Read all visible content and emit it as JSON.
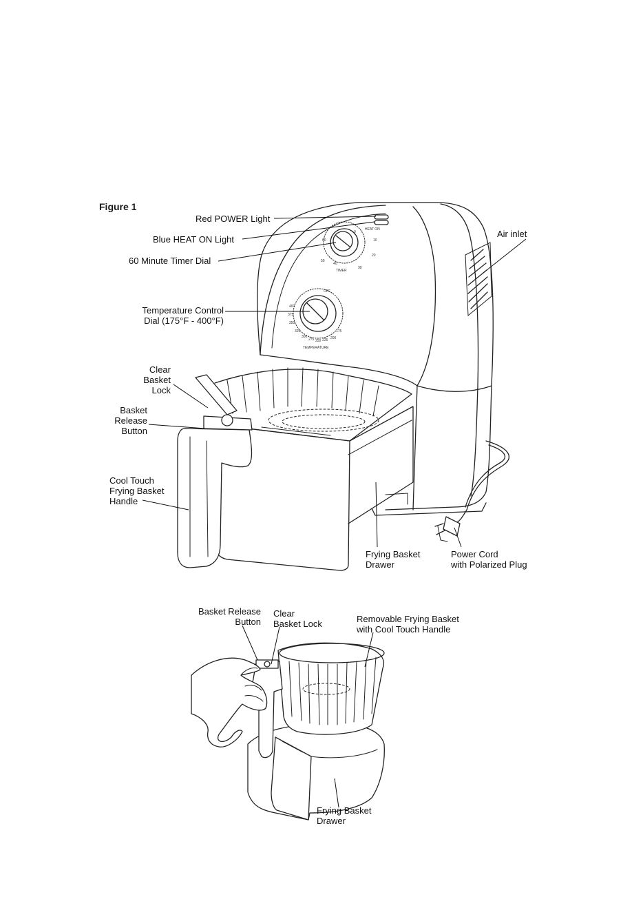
{
  "figure": {
    "title": "Figure 1",
    "labels": {
      "power_light": "Red POWER Light",
      "heat_light": "Blue HEAT ON Light",
      "timer_dial": "60 Minute Timer Dial",
      "temperature_dial": "Temperature Control\nDial (175°F - 400°F)",
      "air_inlet": "Air inlet",
      "clear_basket_lock": "Clear\nBasket\nLock",
      "basket_release_button": "Basket\nRelease\nButton",
      "cool_touch_handle": "Cool Touch\nFrying Basket\nHandle",
      "frying_basket_drawer": "Frying Basket\nDrawer",
      "power_cord": "Power Cord\nwith Polarized Plug"
    },
    "dial_markings": {
      "lights_caption": "HEAT ON",
      "timer_caption": "TIMER",
      "temperature_caption": "TEMPERATURE",
      "off": "OFF",
      "timer_marks": [
        "0",
        "10",
        "20",
        "30",
        "40",
        "50",
        "60"
      ],
      "temp_marks": [
        "175",
        "200",
        "225",
        "250",
        "275",
        "300",
        "325",
        "350",
        "375",
        "400"
      ]
    }
  },
  "lower_figure": {
    "labels": {
      "basket_release_button": "Basket Release\nButton",
      "clear_basket_lock": "Clear\nBasket Lock",
      "removable_basket": "Removable Frying Basket\nwith Cool Touch Handle",
      "frying_basket_drawer": "Frying Basket\nDrawer"
    }
  }
}
